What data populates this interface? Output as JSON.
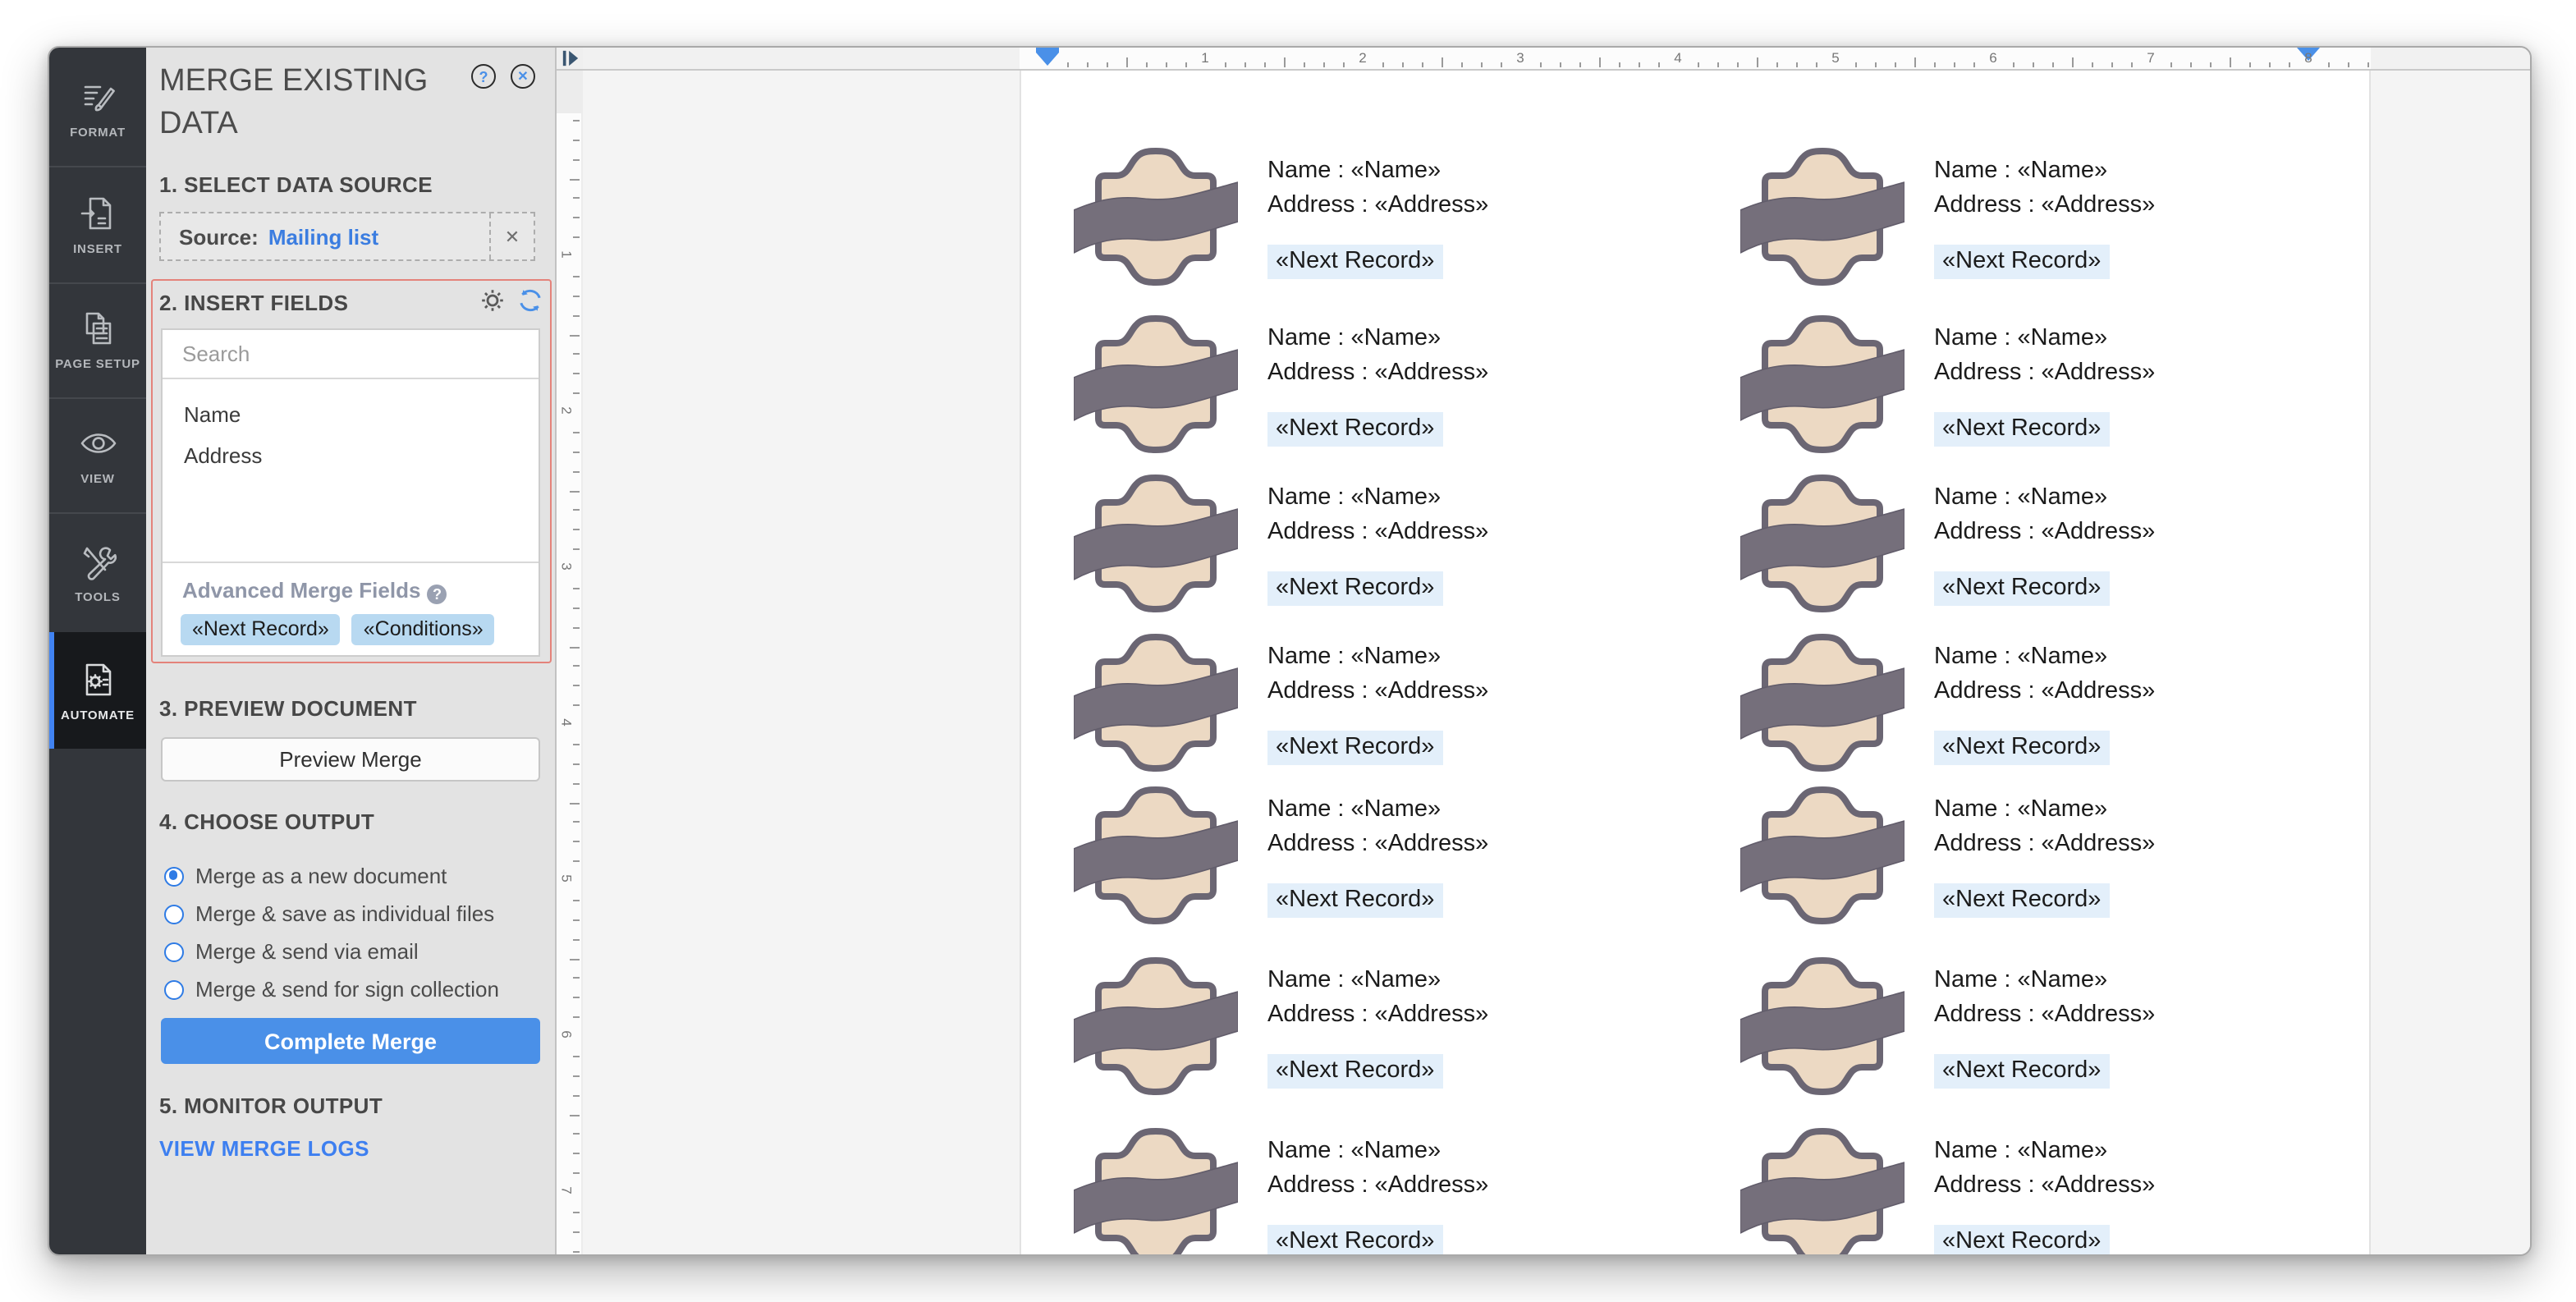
{
  "window": {
    "app": "document editor - mail merge"
  },
  "sidebar": {
    "items": [
      {
        "label": "FORMAT",
        "icon": "format-icon",
        "active": false
      },
      {
        "label": "INSERT",
        "icon": "insert-icon",
        "active": false
      },
      {
        "label": "PAGE SETUP",
        "icon": "page-setup-icon",
        "active": false
      },
      {
        "label": "VIEW",
        "icon": "view-icon",
        "active": false
      },
      {
        "label": "TOOLS",
        "icon": "tools-icon",
        "active": false
      },
      {
        "label": "AUTOMATE",
        "icon": "automate-icon",
        "active": true
      }
    ]
  },
  "panel": {
    "title": "MERGE EXISTING DATA",
    "help_label": "?",
    "close_label": "✕",
    "sections": {
      "select": {
        "heading": "1. SELECT DATA SOURCE",
        "source_label": "Source:",
        "source_value": "Mailing list",
        "clear_label": "✕"
      },
      "insert": {
        "heading": "2. INSERT FIELDS",
        "search_placeholder": "Search",
        "fields": [
          "Name",
          "Address"
        ],
        "advanced_label": "Advanced Merge Fields",
        "advanced_help": "?",
        "advanced_chips": [
          "«Next Record»",
          "«Conditions»"
        ]
      },
      "preview": {
        "heading": "3. PREVIEW DOCUMENT",
        "button": "Preview Merge"
      },
      "output": {
        "heading": "4. CHOOSE OUTPUT",
        "options": [
          {
            "label": "Merge as a new document",
            "selected": true
          },
          {
            "label": "Merge & save as individual files",
            "selected": false
          },
          {
            "label": "Merge & send via email",
            "selected": false
          },
          {
            "label": "Merge & send for sign collection",
            "selected": false
          }
        ],
        "complete_button": "Complete Merge"
      },
      "monitor": {
        "heading": "5. MONITOR OUTPUT",
        "link": "VIEW MERGE LOGS"
      }
    }
  },
  "rulers": {
    "horizontal": {
      "numbers": [
        "1",
        "2",
        "3",
        "4",
        "5",
        "6",
        "7",
        "8"
      ]
    },
    "vertical": {
      "numbers": [
        "1",
        "2",
        "3",
        "4",
        "5",
        "6",
        "7"
      ]
    }
  },
  "document": {
    "rows": 7,
    "columns": 2,
    "cell": {
      "name_line": "Name : «Name»",
      "address_line": "Address : «Address»",
      "next_record": "«Next Record»"
    }
  },
  "colors": {
    "accent_blue": "#4a90e8",
    "link_blue": "#3d7ff0",
    "panel_chip_blue": "#b8d9f1",
    "doc_field_highlight": "#e3effa",
    "badge_fill": "#ecd9c3",
    "badge_outline": "#6b6673",
    "ribbon_gray": "#756f7b",
    "annotation_red": "#e4837b",
    "sidebar_bg": "#33363b"
  }
}
